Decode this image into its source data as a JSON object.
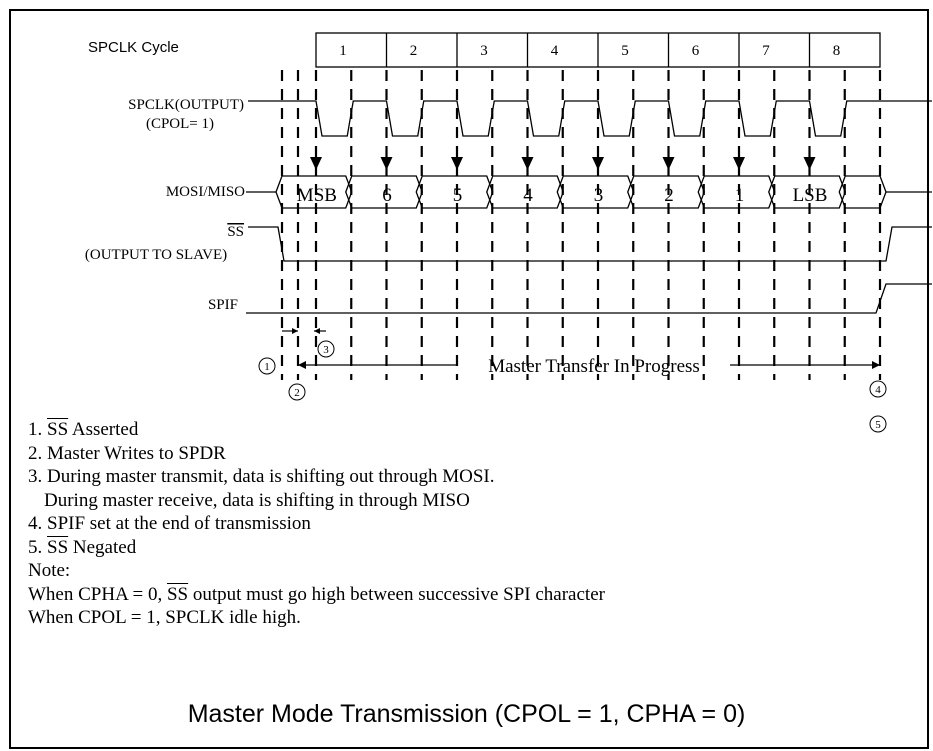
{
  "signals": {
    "cycle_row_label": "SPCLK Cycle",
    "clock_label_1": "SPCLK(OUTPUT)",
    "clock_label_2": "(CPOL= 1)",
    "data_label": "MOSI/MISO",
    "ss_label_1": "SS",
    "ss_label_2": "(OUTPUT TO SLAVE)",
    "spif_label": "SPIF"
  },
  "cycles": [
    "1",
    "2",
    "3",
    "4",
    "5",
    "6",
    "7",
    "8"
  ],
  "bits": [
    "MSB",
    "6",
    "5",
    "4",
    "3",
    "2",
    "1",
    "LSB"
  ],
  "markers": [
    "1",
    "2",
    "3",
    "4",
    "5"
  ],
  "progress_label": "Master Transfer In Progress",
  "notes": [
    {
      "prefix": "1. ",
      "over": "SS",
      "text": " Asserted"
    },
    {
      "prefix": "2. Master Writes to SPDR",
      "over": "",
      "text": ""
    },
    {
      "prefix": "3. During master transmit, data is shifting out through MOSI.",
      "over": "",
      "text": ""
    },
    {
      "prefix": "During master receive, data is shifting in through MISO",
      "over": "",
      "text": "",
      "indent": true
    },
    {
      "prefix": "4. SPIF set at the end of transmission",
      "over": "",
      "text": ""
    },
    {
      "prefix": "5. ",
      "over": "SS",
      "text": " Negated"
    },
    {
      "prefix": "Note:",
      "over": "",
      "text": ""
    },
    {
      "prefix": "When CPHA = 0, ",
      "over": "SS",
      "text": " output must go high between successive SPI character"
    },
    {
      "prefix": "When CPOL = 1, SPCLK idle high.",
      "over": "",
      "text": ""
    }
  ],
  "title": "Master Mode Transmission (CPOL = 1, CPHA = 0)"
}
